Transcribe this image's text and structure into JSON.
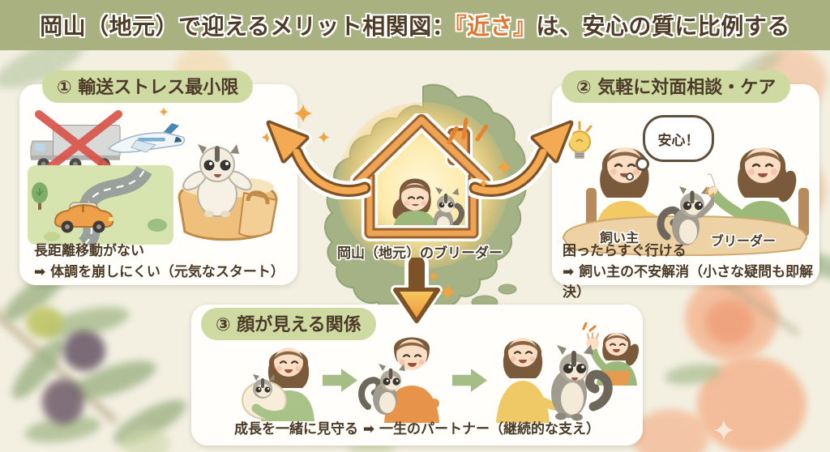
{
  "title": {
    "prefix": "岡山（地元）で迎えるメリット相関図：",
    "highlight": "『近さ』",
    "suffix": "は、安心の質に比例する"
  },
  "center": {
    "label": "岡山（地元）のブリーダー"
  },
  "sections": {
    "transport": {
      "header": "① 輸送ストレス最小限",
      "line1": "長距離移動がない",
      "line2": "➡ 体調を崩しにくい（元気なスタート）"
    },
    "consult": {
      "header": "② 気軽に対面相談・ケア",
      "bubble": "安心！",
      "owner_label": "飼い主",
      "breeder_label": "ブリーダー",
      "line1": "困ったらすぐ行ける",
      "line2": "➡ 飼い主の不安解消（小さな疑問も即解決）"
    },
    "relationship": {
      "header": "③ 顔が見える関係",
      "caption": "成長を一緒に見守る ➡ 一生のパートナー（継続的な支え）"
    }
  },
  "colors": {
    "title_bar": "#a9b180",
    "title_text": "#4e3c28",
    "highlight": "#e0752c",
    "pill_bg": "#cfdaa2",
    "card_bg": "#fffefa",
    "body_text": "#4b3a27",
    "map_green": "#a5b285",
    "arrow_orange": "#f3aa52",
    "arrow_outline": "#7d5226",
    "green_arrow": "#a6bd87",
    "sparkle": "#f2a23e"
  }
}
